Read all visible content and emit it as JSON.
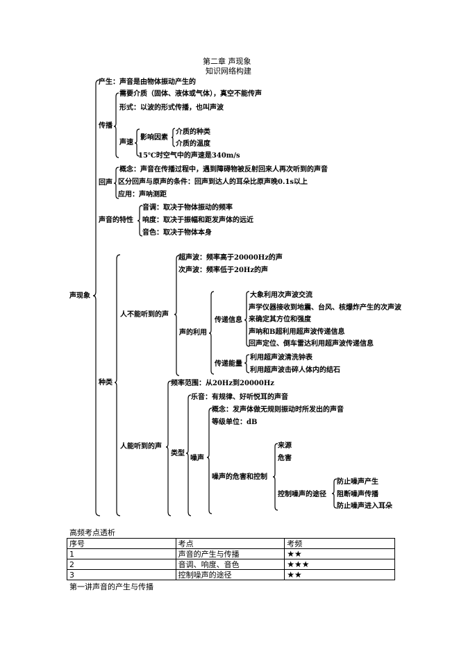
{
  "header": {
    "chapter": "第二章 声现象",
    "subtitle": "知识网络构建"
  },
  "tree": {
    "root": "声现象",
    "chansheng": "产生：声音是由物体振动产生的",
    "chuanbo": {
      "label": "传播",
      "medium": "需要介质（固体、液体或气体），真空不能传声",
      "form": "形式：以波的形式传播，也叫声波",
      "speed_label": "声速",
      "factors_label": "影响因素",
      "factor_1": "介质的种类",
      "factor_2": "介质的温度",
      "speed_value": "15℃时空气中的声速是340m/s"
    },
    "huisheng": {
      "label": "回声",
      "concept": "概念：声音在传播过程中，遇到障碍物被反射回来人再次听到的声音",
      "distinguish": "区分回声与原声的条件：回声到达人的耳朵比原声晚0.1s以上",
      "use": "应用：声呐测距"
    },
    "texing": {
      "label": "声音的特性",
      "pitch": "音调：取决于物体振动的频率",
      "loudness": "响度：取决于振幅和距发声体的远近",
      "timbre": "音色：取决于物体本身"
    },
    "fenlei": {
      "label": "种类",
      "unheard": {
        "label": "人不能听到的声",
        "ultra": "超声波：频率高于20000Hz的声",
        "infra": "次声波：频率低于20Hz的声",
        "use_label": "声的利用",
        "info_label": "传递信息",
        "info_1": "大象利用次声波交流",
        "info_2": "声学仪器接收到地震、台风、核爆炸产生的次声波",
        "info_3": "来确定其方位和强度",
        "info_4": "声呐和B超利用超声波传递信息",
        "info_5": "回声定位、倒车雷达利用超声波传递信息",
        "energy_label": "传递能量",
        "energy_1": "利用超声波清洗钟表",
        "energy_2": "利用超声波击碎人体内的结石"
      },
      "heard": {
        "label": "人能听到的声",
        "range": "频率范围：从20Hz到20000Hz",
        "type_label": "类型",
        "music": "乐音：有规律、好听悦耳的声音",
        "noise_label": "噪声",
        "noise_concept": "概念：发声体做无规则振动时所发出的声音",
        "noise_unit": "等级单位：dB",
        "control_label": "噪声的危害和控制",
        "source": "来源",
        "harm": "危害",
        "way_label": "控制噪声的途径",
        "way_1": "防止噪声产生",
        "way_2": "阻断噪声传播",
        "way_3": "防止噪声进入耳朵"
      }
    }
  },
  "frequency_table": {
    "title": "高频考点透析",
    "headers": [
      "序号",
      "考点",
      "考频"
    ],
    "rows": [
      {
        "index": "1",
        "topic": "声音的产生与传播",
        "freq": "★★"
      },
      {
        "index": "2",
        "topic": "音调、响度、音色",
        "freq": "★★★"
      },
      {
        "index": "3",
        "topic": "控制噪声的途径",
        "freq": "★★"
      }
    ]
  },
  "footer": {
    "section": "第一讲声音的产生与传播"
  }
}
